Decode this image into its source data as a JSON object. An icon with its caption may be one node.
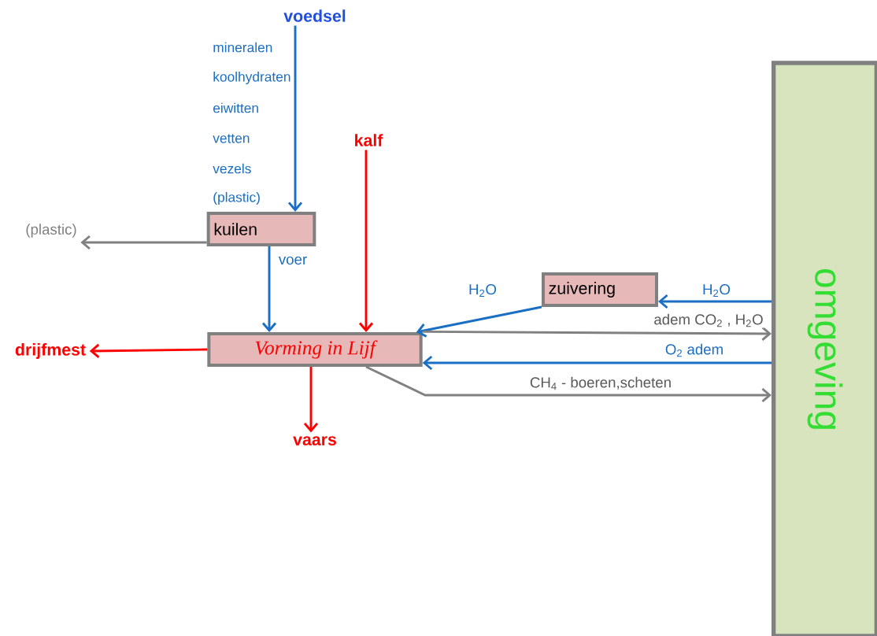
{
  "diagram": {
    "nodes": [
      {
        "text": [
          "voedsel"
        ]
      },
      {
        "text": [
          "kuilen"
        ]
      },
      {
        "text": [
          "(plastic)"
        ]
      },
      {
        "text": [
          "kalf"
        ]
      },
      {
        "text": [
          "Vorming in Lijf"
        ]
      },
      {
        "text": [
          "drijfmest"
        ]
      },
      {
        "text": [
          "vaars"
        ]
      },
      {
        "text": [
          "zuivering"
        ]
      },
      {
        "text": [
          "omgeving"
        ]
      }
    ],
    "edges": [
      {
        "from": 0,
        "to": 1,
        "arrow": "to"
      },
      {
        "from": 1,
        "to": 2,
        "arrow": "to",
        "color": "#808080"
      },
      {
        "from": 1,
        "to": 4,
        "arrow": "to",
        "label": "voer"
      },
      {
        "from": 3,
        "to": 4,
        "arrow": "to",
        "color": "#ff0000"
      },
      {
        "from": 4,
        "to": 5,
        "arrow": "to",
        "color": "#ff0000"
      },
      {
        "from": 4,
        "to": 6,
        "arrow": "to",
        "color": "#ff0000"
      },
      {
        "from": 7,
        "to": 4,
        "arrow": "to",
        "label": "H$_{2}$O"
      },
      {
        "from": 8,
        "to": 7,
        "arrow": "to",
        "label": "H$_{2}$O"
      },
      {
        "from": 4,
        "to": 8,
        "arrow": "to",
        "label": "adem CO$_{2}$ , H$_{2}$O",
        "color": "#808080"
      },
      {
        "from": 8,
        "to": 4,
        "arrow": "to",
        "label": "O$_{2}$ adem"
      },
      {
        "from": 4,
        "to": 8,
        "arrow": "to",
        "label": "CH$_{4}$ - boeren,scheten",
        "color": "#808080"
      }
    ],
    "labels": [
      "mineralen",
      "koolhydraten",
      "eiwitten",
      "vetten",
      "vezels",
      "(plastic)"
    ]
  }
}
